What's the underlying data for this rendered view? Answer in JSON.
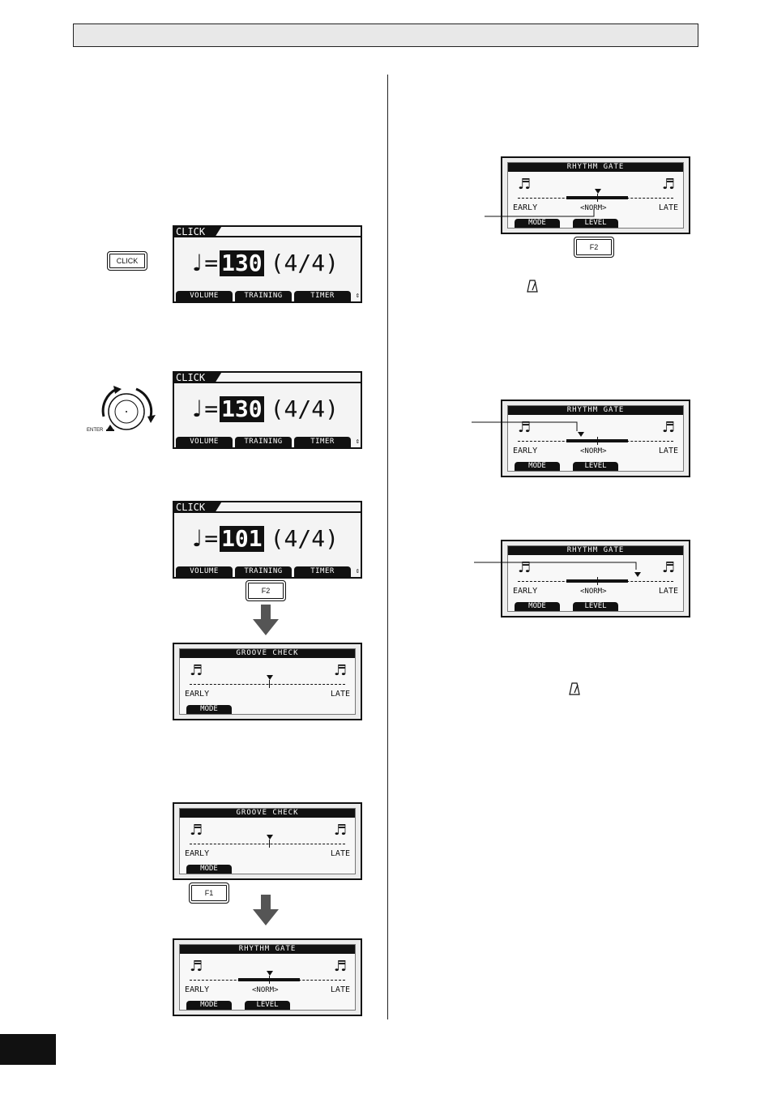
{
  "screens": {
    "click": {
      "title": "CLICK",
      "note": "♩",
      "equals": "=",
      "meter": "(4/4)",
      "keys": [
        "VOLUME",
        "TRAINING",
        "TIMER"
      ],
      "scroll": "⇕"
    },
    "tempo_a": "130",
    "tempo_b": "130",
    "tempo_c": "101",
    "groove": {
      "title": "GROOVE CHECK",
      "early": "EARLY",
      "late": "LATE",
      "key1": "MODE"
    },
    "gate": {
      "title": "RHYTHM GATE",
      "early": "EARLY",
      "late": "LATE",
      "norm": "<NORM>",
      "key1": "MODE",
      "key2": "LEVEL"
    },
    "sixteenth_note": "♬"
  },
  "buttons": {
    "click": "CLICK",
    "f2": "F2",
    "f1": "F1",
    "enter": "ENTER"
  },
  "icons": [
    "metronome-icon",
    "metronome-icon"
  ],
  "colors": {
    "ink": "#111111",
    "lcd": "#f4f4f4",
    "header": "#e8e8e8"
  }
}
